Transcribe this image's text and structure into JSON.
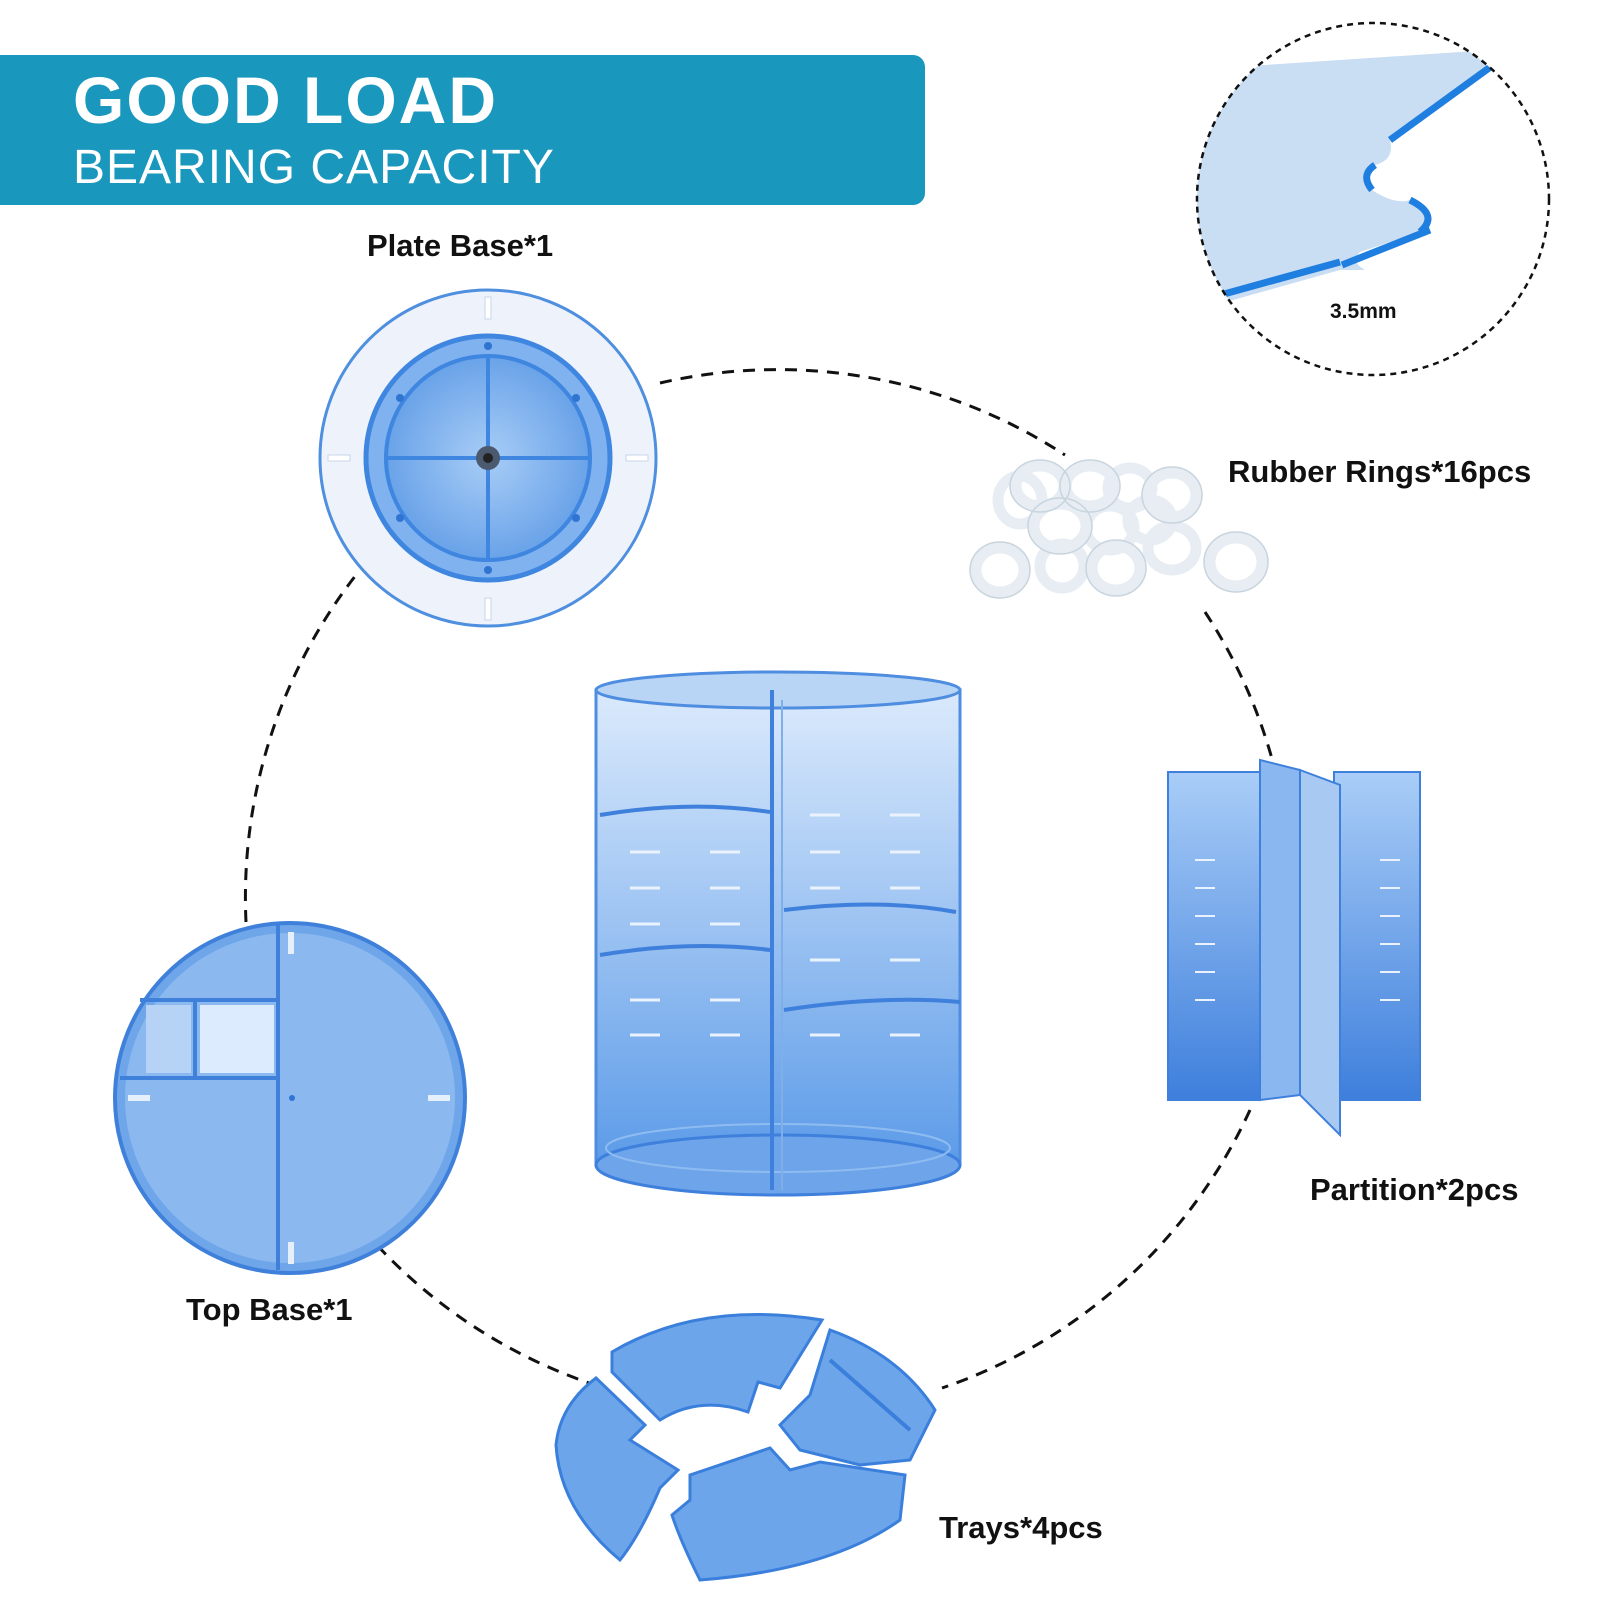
{
  "banner": {
    "title": "GOOD LOAD",
    "subtitle": "BEARING CAPACITY",
    "color": "#1a97bd"
  },
  "parts": {
    "plate_base": "Plate Base*1",
    "rubber_rings": "Rubber Rings*16pcs",
    "partition": "Partition*2pcs",
    "top_base": "Top Base*1",
    "trays": "Trays*4pcs"
  },
  "detail": {
    "thickness": "3.5mm"
  },
  "colors": {
    "acrylic_blue": "#5b9ee6",
    "acrylic_dark": "#2f74d0",
    "acrylic_light": "#cfe4fb",
    "line": "#111111"
  }
}
